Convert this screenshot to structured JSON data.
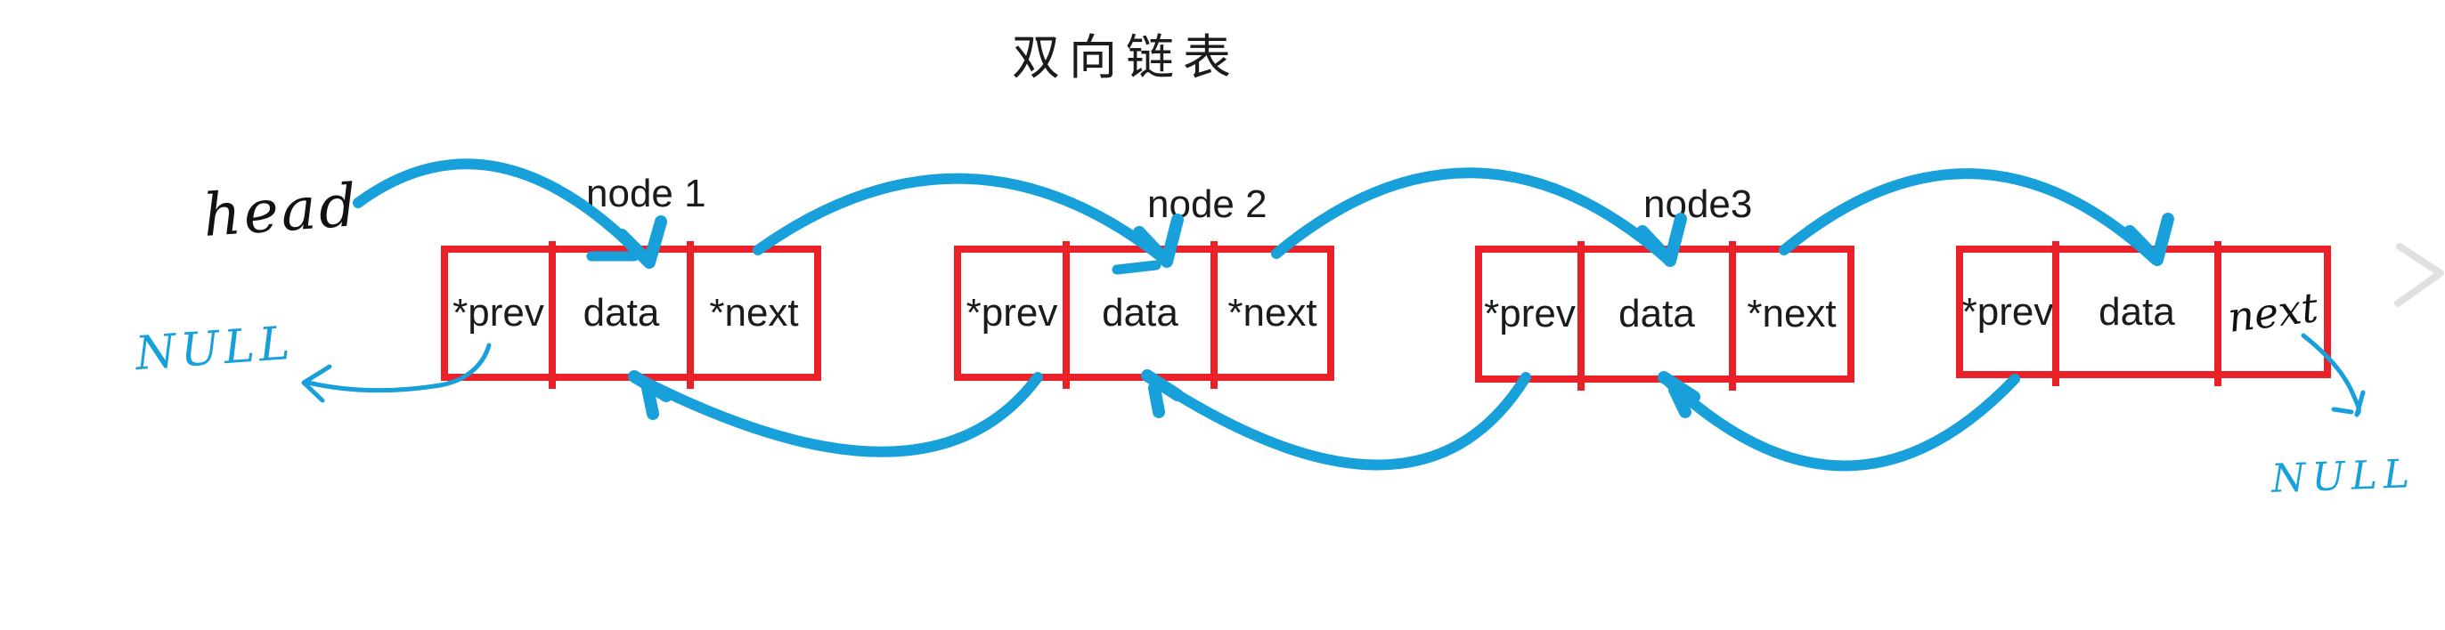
{
  "title": "双向链表",
  "annotations": {
    "head": "head",
    "null_left": "NULL",
    "null_right": "NULL"
  },
  "nodes": [
    {
      "label": "node 1",
      "cells": [
        {
          "text": "*prev"
        },
        {
          "text": "data"
        },
        {
          "text": "*next"
        }
      ]
    },
    {
      "label": "node 2",
      "cells": [
        {
          "text": "*prev"
        },
        {
          "text": "data"
        },
        {
          "text": "*next"
        }
      ]
    },
    {
      "label": "node3",
      "cells": [
        {
          "text": "*prev"
        },
        {
          "text": "data"
        },
        {
          "text": "*next"
        }
      ]
    },
    {
      "label": "",
      "cells": [
        {
          "text": "*prev"
        },
        {
          "text": "data"
        },
        {
          "text": "next",
          "handwritten": true
        }
      ]
    }
  ],
  "colors": {
    "box_red": "#ea2128",
    "arrow_blue": "#18a0da",
    "ink_black": "#1b1b1b"
  }
}
